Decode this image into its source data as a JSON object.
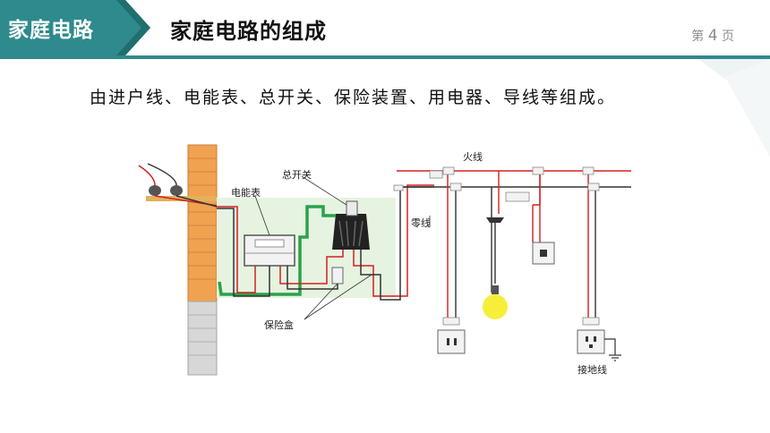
{
  "header": {
    "section_label": "家庭电路",
    "page_title": "家庭电路的组成",
    "page_prefix": "第",
    "page_num": "4",
    "page_suffix": "页"
  },
  "subtitle": "由进户线、电能表、总开关、保险装置、用电器、导线等组成。",
  "diagram": {
    "label_fire": "火线",
    "label_zero": "零线",
    "label_meter": "电能表",
    "label_main_switch": "总开关",
    "label_fuse": "保险盒",
    "label_ground": "接地线"
  },
  "colors": {
    "accent": "#2e8a8c",
    "tab_dark": "#1f6f70",
    "live_wire": "#d32020",
    "neutral_wire": "#444444",
    "ground_wire": "#2aa24a",
    "panel_bg": "#e6f3e0"
  }
}
